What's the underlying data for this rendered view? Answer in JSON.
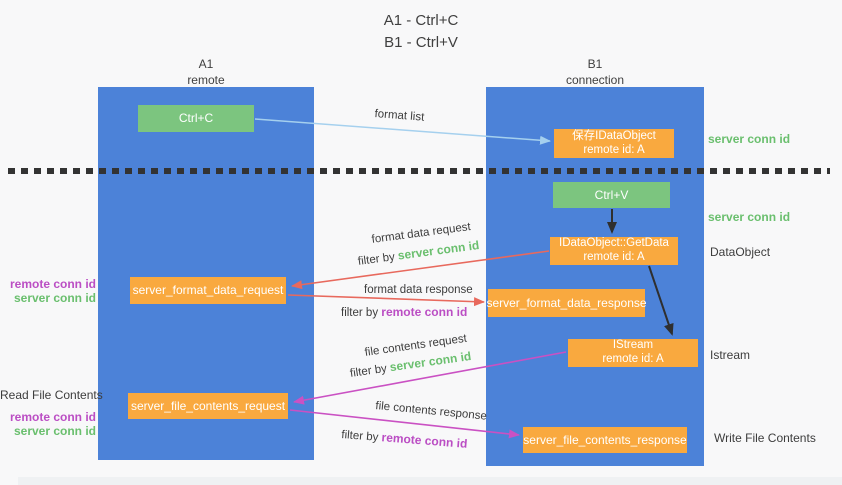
{
  "title": {
    "line1": "A1 - Ctrl+C",
    "line2": "B1 - Ctrl+V"
  },
  "lanes": {
    "left": {
      "label": "A1",
      "sublabel": "remote"
    },
    "right": {
      "label": "B1",
      "sublabel": "connection"
    }
  },
  "nodes": {
    "ctrl_c": {
      "label": "Ctrl+C"
    },
    "ctrl_v": {
      "label": "Ctrl+V"
    },
    "save_dataobject": {
      "line1": "保存IDataObject",
      "line2": "remote id: A"
    },
    "getdata": {
      "line1": "IDataObject::GetData",
      "line2": "remote id: A"
    },
    "istream": {
      "line1": "IStream",
      "line2": "remote id: A"
    },
    "format_request": {
      "label": "server_format_data_request"
    },
    "format_response": {
      "label": "server_format_data_response"
    },
    "file_request": {
      "label": "server_file_contents_request"
    },
    "file_response": {
      "label": "server_file_contents_response"
    }
  },
  "edge_labels": {
    "format_list": "format list",
    "format_data_request": "format data request",
    "format_data_response": "format data response",
    "file_contents_request": "file contents request",
    "file_contents_response": "file contents response",
    "filter_by": "filter by",
    "server_conn_id": "server conn id",
    "remote_conn_id": "remote conn id"
  },
  "side_labels": {
    "server_conn_id_top": "server conn id",
    "server_conn_id_mid": "server conn id",
    "dataobject": "DataObject",
    "istream": "Istream",
    "write_file_contents": "Write File Contents",
    "read_file_contents": "Read File Contents",
    "remote_conn_id_upper": "remote conn id",
    "server_conn_id_upper": "server conn id",
    "remote_conn_id_lower": "remote conn id",
    "server_conn_id_lower": "server conn id"
  },
  "colors": {
    "lane_blue": "#4c82d8",
    "node_green": "#7cc57f",
    "node_orange": "#f9a93f",
    "arrow_blue": "#a5d0ee",
    "arrow_red": "#e8695d",
    "arrow_magenta": "#ca51c3",
    "arrow_black": "#2f2f2f",
    "label_green": "#6abf6e",
    "label_purple": "#bb4ec4",
    "text_dark": "#3d3d3d",
    "background": "#f8f8f9"
  }
}
